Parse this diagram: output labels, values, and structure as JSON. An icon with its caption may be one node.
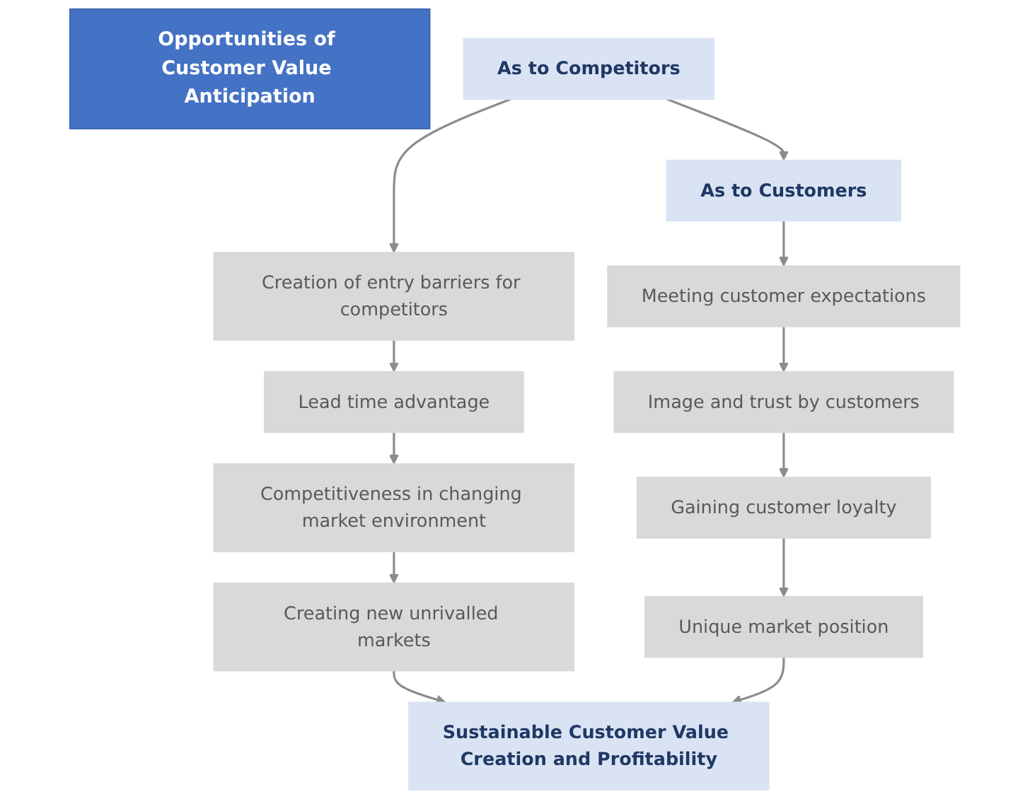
{
  "diagram": {
    "nodes": [
      {
        "text": [
          "Opportunities of Customer Value Anticipation"
        ]
      },
      {
        "text": [
          "As to Competitors"
        ]
      },
      {
        "text": [
          "As to Customers"
        ]
      },
      {
        "text": [
          "Creation of entry barriers for competitors"
        ]
      },
      {
        "text": [
          "Lead time advantage"
        ]
      },
      {
        "text": [
          "Competitiveness in changing market environment"
        ]
      },
      {
        "text": [
          "Creating new unrivalled markets"
        ]
      },
      {
        "text": [
          "Meeting customer expectations"
        ]
      },
      {
        "text": [
          "Image and trust by customers"
        ]
      },
      {
        "text": [
          "Gaining customer loyalty"
        ]
      },
      {
        "text": [
          "Unique market position"
        ]
      },
      {
        "text": [
          "Sustainable Customer Value Creation and Profitability"
        ]
      }
    ],
    "edges": [
      {
        "from": 1,
        "to": 2,
        "arrow": "to"
      },
      {
        "from": 1,
        "to": 3,
        "arrow": "to"
      },
      {
        "from": 3,
        "to": 4,
        "arrow": "to"
      },
      {
        "from": 4,
        "to": 5,
        "arrow": "to"
      },
      {
        "from": 5,
        "to": 6,
        "arrow": "to"
      },
      {
        "from": 6,
        "to": 11,
        "arrow": "to"
      },
      {
        "from": 2,
        "to": 7,
        "arrow": "to"
      },
      {
        "from": 7,
        "to": 8,
        "arrow": "to"
      },
      {
        "from": 8,
        "to": 9,
        "arrow": "to"
      },
      {
        "from": 9,
        "to": 10,
        "arrow": "to"
      },
      {
        "from": 10,
        "to": 11,
        "arrow": "to"
      }
    ]
  }
}
